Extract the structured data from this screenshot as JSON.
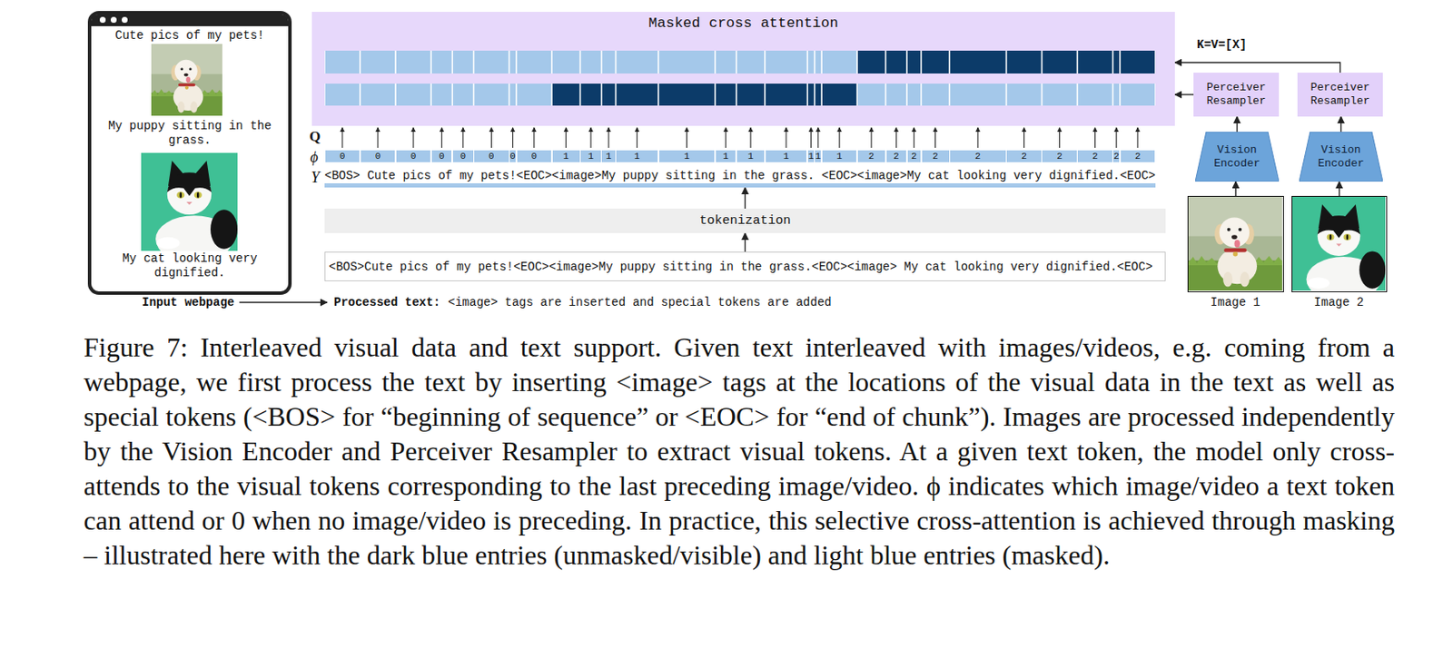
{
  "diagram": {
    "caption": "Figure 7: Interleaved visual data and text support. Given text interleaved with images/videos, e.g. coming from a webpage, we first process the text by inserting <image> tags at the locations of the visual data in the text as well as special tokens (<BOS> for “beginning of sequence” or <EOC> for “end of chunk”). Images are processed independently by the Vision Encoder and Perceiver Resampler to extract visual tokens. At a given text token, the model only cross-attends to the visual tokens corresponding to the last preceding image/video. ϕ indicates which image/video a text token can attend or 0 when no image/video is preceding. In practice, this selective cross-attention is achieved through masking – illustrated here with the dark blue entries (unmasked/visible) and light blue entries (masked).",
    "nodes": [
      {
        "text": [
          "Cute pics of my pets!",
          "My puppy sitting in the grass.",
          "My cat looking very dignified."
        ]
      },
      {
        "text": [
          "Masked cross attention"
        ]
      },
      {
        "text": [
          "<BOS> Cute pics of my pets!<EOC><image>My puppy sitting in the grass. <EOC><image>My cat looking very dignified.<EOC>"
        ]
      },
      {
        "text": [
          "tokenization"
        ]
      },
      {
        "text": [
          "<BOS>Cute pics of my pets!<EOC><image>My puppy sitting in the grass.<EOC><image> My cat looking very dignified.<EOC>"
        ]
      },
      {
        "text": [
          "Perceiver Resampler"
        ]
      },
      {
        "text": [
          "Perceiver Resampler"
        ]
      },
      {
        "text": [
          "Vision Encoder"
        ]
      },
      {
        "text": [
          "Vision Encoder"
        ]
      },
      {
        "text": [
          "Image 1"
        ]
      },
      {
        "text": [
          "Image 2"
        ]
      }
    ],
    "edges": [
      {
        "from": 9,
        "to": 7,
        "arrow": "to"
      },
      {
        "from": 7,
        "to": 5,
        "arrow": "to"
      },
      {
        "from": 5,
        "to": 1,
        "arrow": "to"
      },
      {
        "from": 10,
        "to": 8,
        "arrow": "to"
      },
      {
        "from": 8,
        "to": 6,
        "arrow": "to"
      },
      {
        "from": 6,
        "to": 1,
        "arrow": "to",
        "label": "K=V=[X]"
      },
      {
        "from": 4,
        "to": 3,
        "arrow": "to"
      },
      {
        "from": 3,
        "to": 2,
        "arrow": "to"
      }
    ],
    "labels": [
      "Q",
      "ϕ",
      "Y",
      "0",
      "0",
      "0",
      "0",
      "0",
      "0",
      "0",
      "0",
      "1",
      "1",
      "1",
      "1",
      "1",
      "1",
      "1",
      "1",
      "1",
      "1",
      "1",
      "2",
      "2",
      "2",
      "2",
      "2",
      "2",
      "2",
      "2",
      "2",
      "2",
      "Input webpage",
      "Processed text:",
      "<image> tags are inserted and special tokens are added"
    ]
  }
}
